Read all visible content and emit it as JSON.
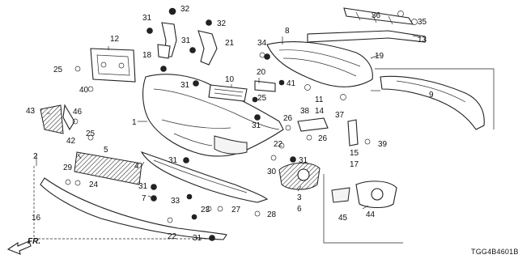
{
  "diagram_code": "TGG4B4601B",
  "direction_label": "FR.",
  "callouts": {
    "c1": "1",
    "c2": "2",
    "c3": "3",
    "c4": "4",
    "c5": "5",
    "c6": "6",
    "c7": "7",
    "c8": "8",
    "c9": "9",
    "c10": "10",
    "c11": "11",
    "c12": "12",
    "c13": "13",
    "c14": "14",
    "c15": "15",
    "c16": "16",
    "c17": "17",
    "c18": "18",
    "c19": "19",
    "c20": "20",
    "c21": "21",
    "c22": "22",
    "c23": "23",
    "c24": "24",
    "c25": "25",
    "c26": "26",
    "c27": "27",
    "c28": "28",
    "c29": "29",
    "c30": "30",
    "c31": "31",
    "c32": "32",
    "c33": "33",
    "c34": "34",
    "c35": "35",
    "c36": "36",
    "c37": "37",
    "c38": "38",
    "c39": "39",
    "c40": "40",
    "c41": "41",
    "c42": "42",
    "c43": "43",
    "c44": "44",
    "c45": "45",
    "c46": "46"
  }
}
